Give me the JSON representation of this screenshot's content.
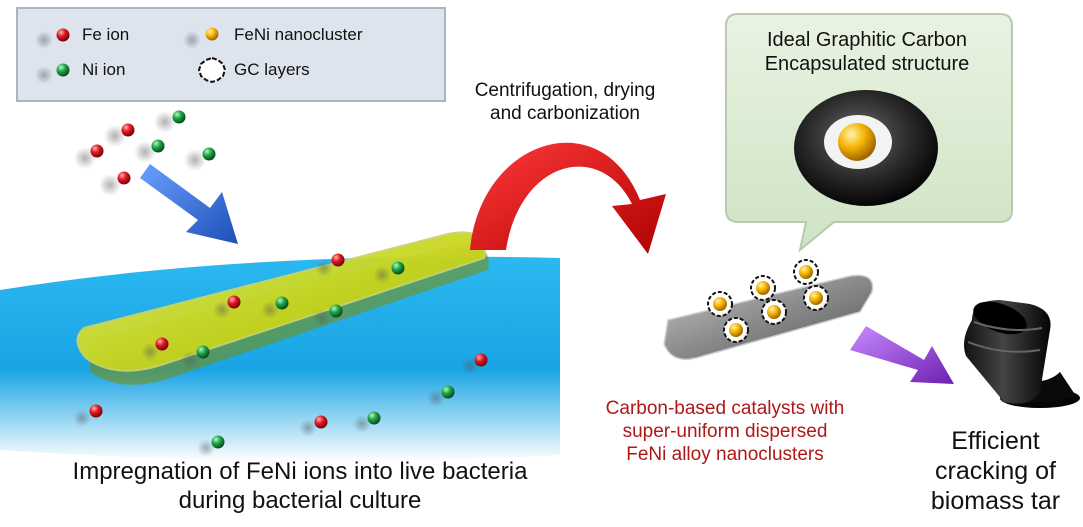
{
  "legend": {
    "fe_ion": "Fe ion",
    "ni_ion": "Ni ion",
    "nanocluster": "FeNi nanocluster",
    "gc_layers": "GC layers"
  },
  "labels": {
    "process_line1": "Centrifugation, drying",
    "process_line2": "and carbonization",
    "ideal_line1": "Ideal Graphitic Carbon",
    "ideal_line2": "Encapsulated structure",
    "catalyst_line1": "Carbon-based catalysts with",
    "catalyst_line2": "super-uniform dispersed",
    "catalyst_line3": "FeNi alloy nanoclusters",
    "impregnation_line1": "Impregnation of FeNi ions into live bacteria",
    "impregnation_line2": "during bacterial culture",
    "efficient_line1": "Efficient",
    "efficient_line2": "cracking of",
    "efficient_line3": "biomass tar"
  },
  "colors": {
    "fe": "#e01b24",
    "ni": "#1fa84a",
    "nanocluster": "#f5b400",
    "water": "#14a6e6",
    "bacteria": "#c6d400",
    "catalyst_text": "#b01818",
    "curved_arrow": "#d90000",
    "blue_arrow": "#2f6fd6",
    "purple_arrow": "#9b3fd6",
    "callout_bg": "#dcebd2"
  }
}
